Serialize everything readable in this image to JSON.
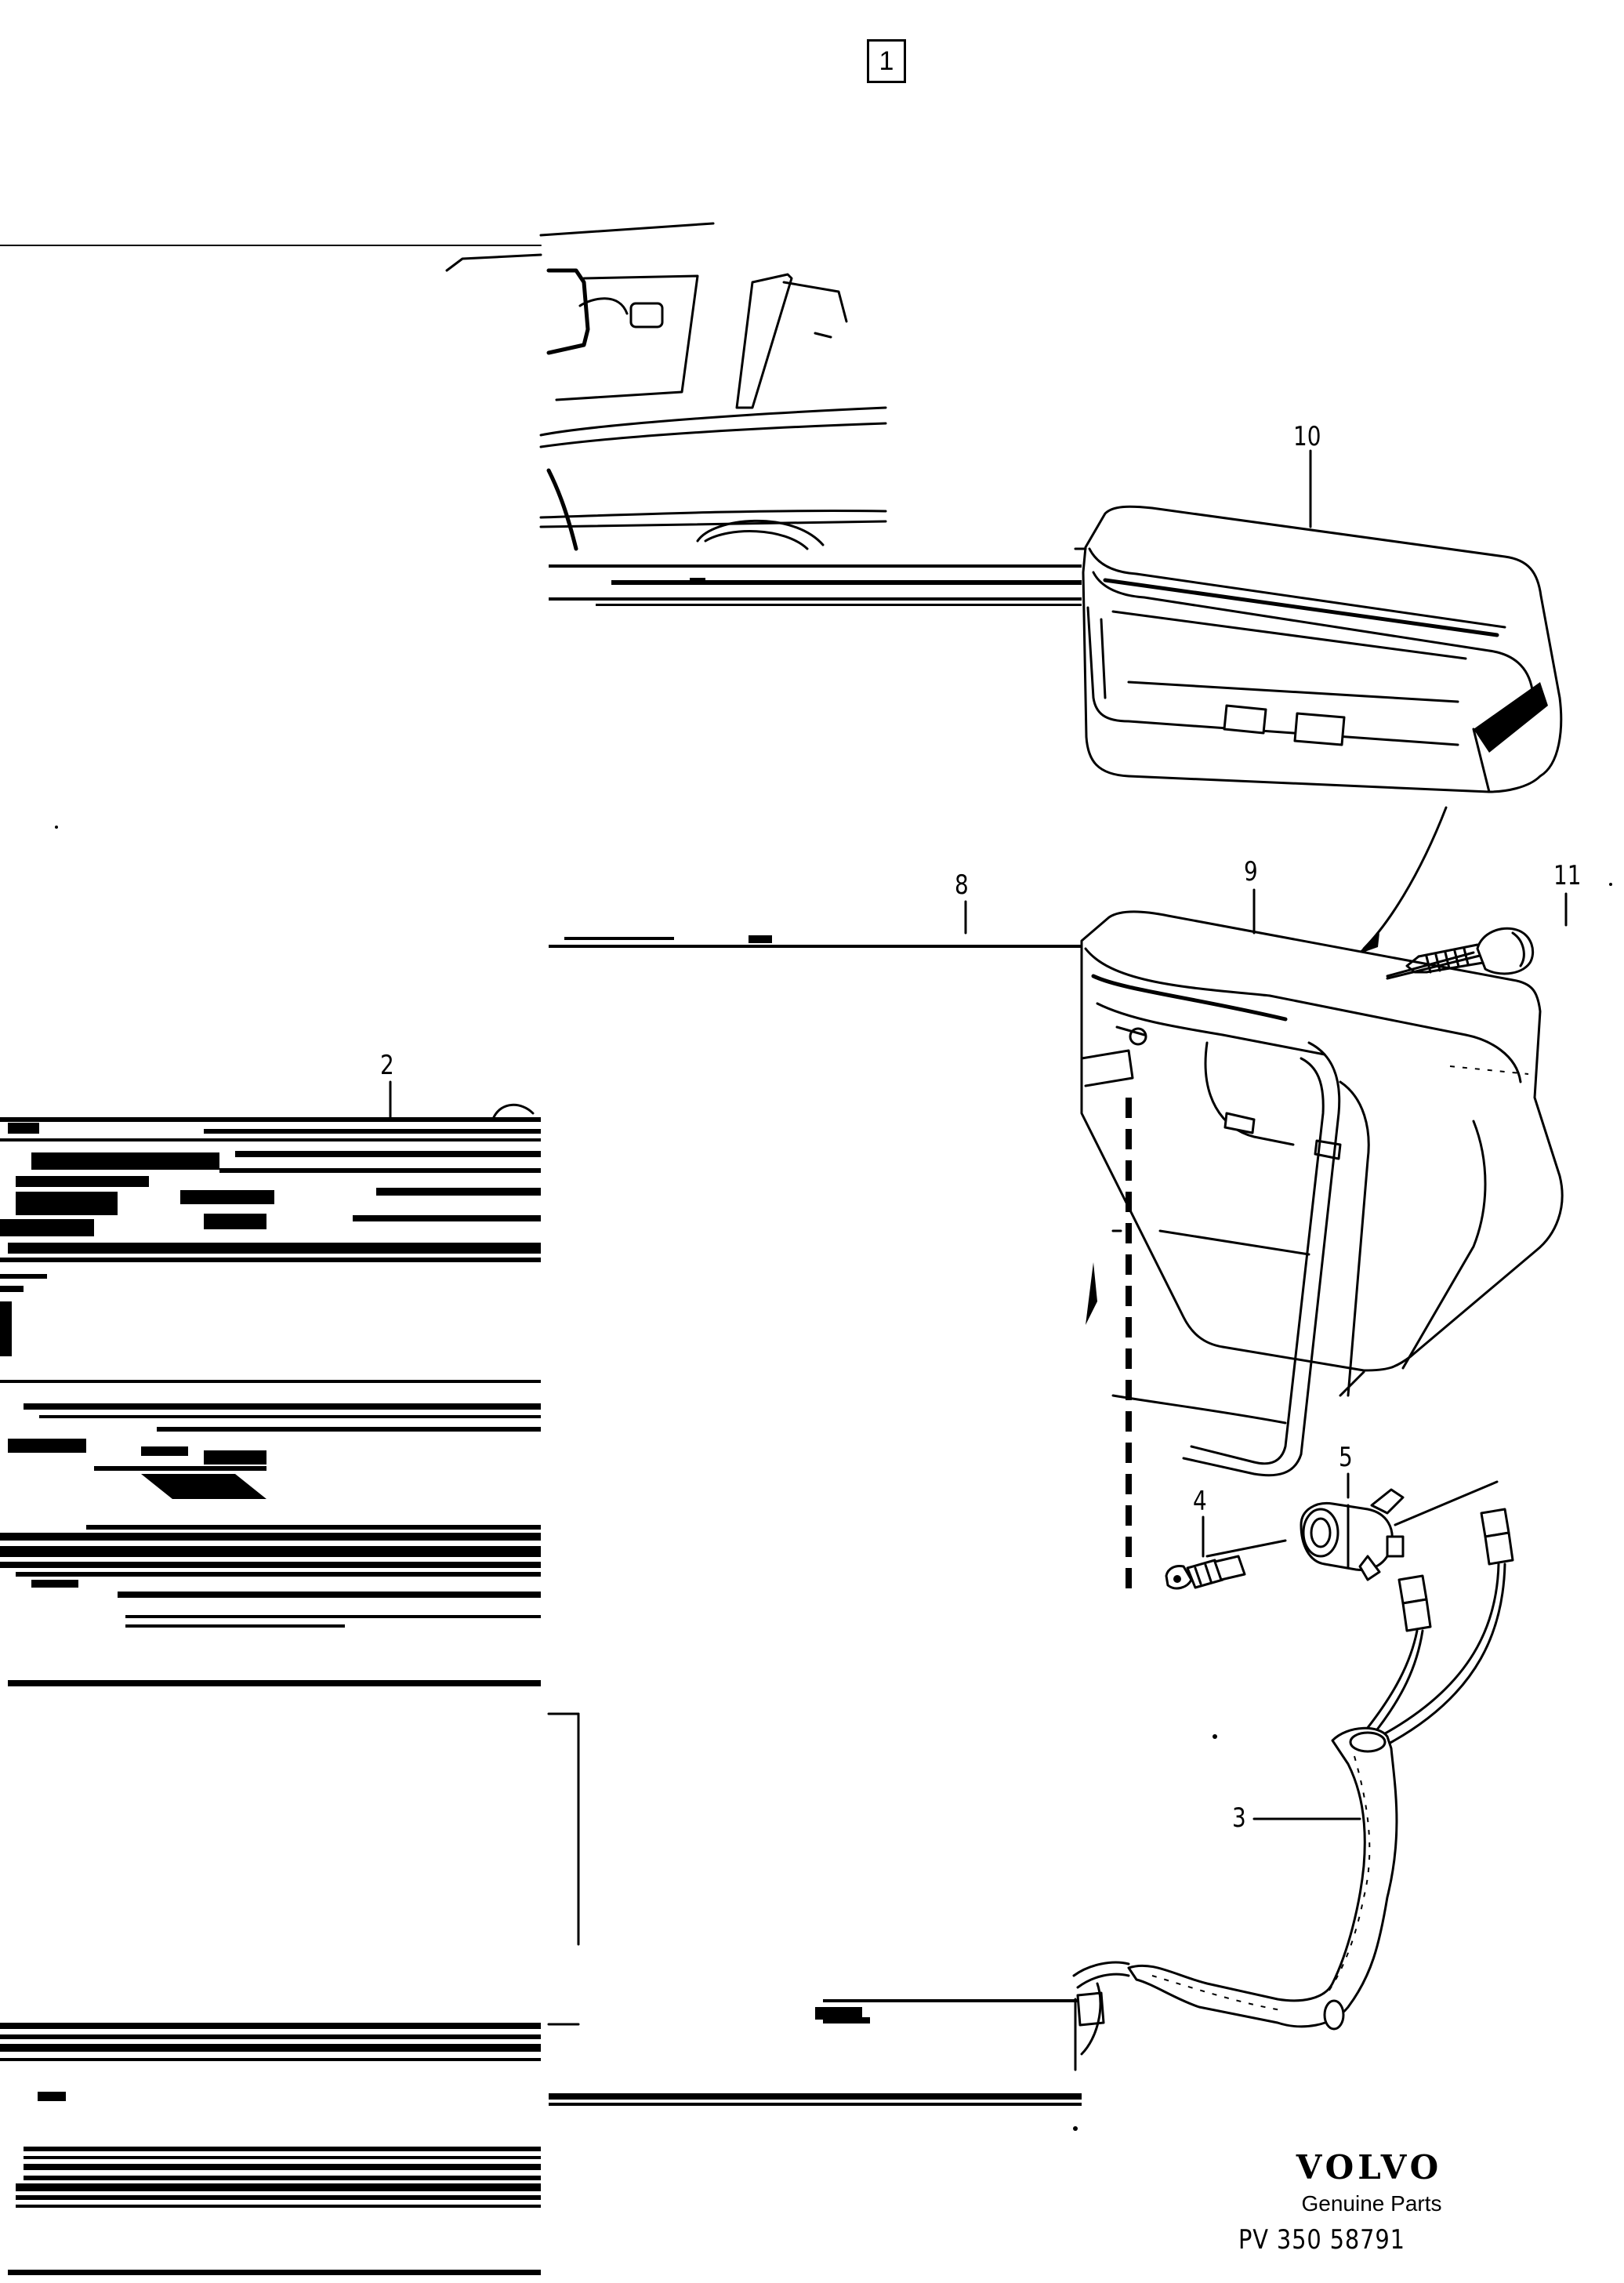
{
  "figure": {
    "number": "1"
  },
  "callouts": {
    "c2": "2",
    "c3": "3",
    "c4": "4",
    "c5": "5",
    "c8": "8",
    "c9": "9",
    "c10": "10",
    "c11": "11"
  },
  "branding": {
    "brand": "VOLVO",
    "subtitle": "Genuine Parts",
    "code": "PV  350 58791"
  },
  "icons": {
    "vehicle": "station-wagon-rear-outline",
    "lamp_cover": "lamp-housing-cover",
    "lamp_housing": "lamp-housing",
    "screw": "screw",
    "bulb": "bulb",
    "socket": "bulb-socket",
    "harness": "wiring-harness"
  }
}
